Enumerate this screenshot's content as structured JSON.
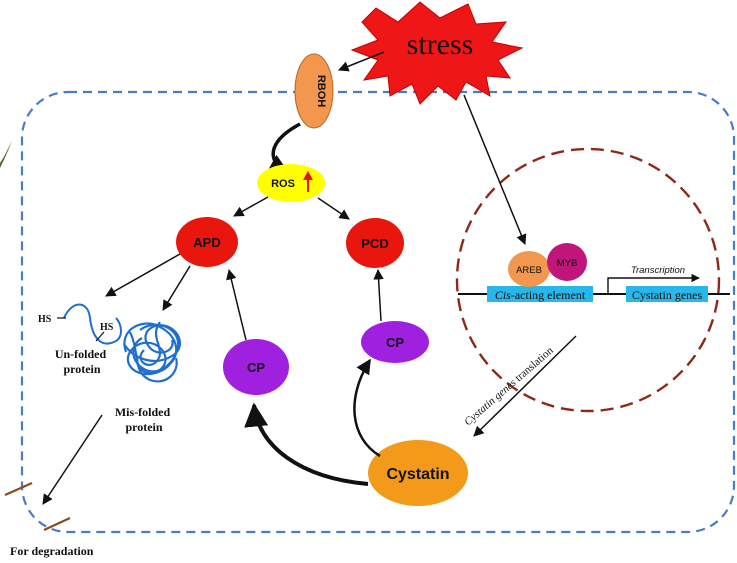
{
  "stress": "stress",
  "rboh": "RBOH",
  "ros": "ROS",
  "apd": "APD",
  "pcd": "PCD",
  "cp_left": "CP",
  "cp_right": "CP",
  "cystatin": "Cystatin",
  "areb": "AREB",
  "myb": "MYB",
  "transcription": "Transcription",
  "cis_prefix": "Cis",
  "cis_suffix": "-acting element",
  "cystatin_genes": "Cystatin genes",
  "translation_prefix": "Cystatin genes",
  "translation_suffix": " translation",
  "hs_1": "HS",
  "hs_2": "HS",
  "unfolded_line1": "Un-folded",
  "unfolded_line2": "protein",
  "misfolded_line1": "Mis-folded",
  "misfolded_line2": "protein",
  "for_degradation": "For degradation",
  "colors": {
    "cell_border": "#4a7cc4",
    "nucleus_border": "#8b2a1a",
    "red_node": "#e8160c",
    "purple_node": "#a020e0",
    "orange_node": "#f39a1a",
    "rboh_node": "#f2974d",
    "ros_node": "#ffff00",
    "myb_node": "#c0157a",
    "gene_box": "#29b6e8",
    "protein_blue": "#1e6fd0"
  }
}
